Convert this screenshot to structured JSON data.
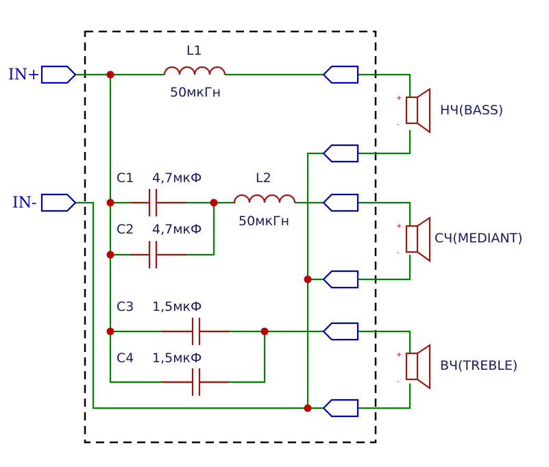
{
  "inputs": {
    "in_plus": "IN+",
    "in_minus": "IN-"
  },
  "components": {
    "l1": {
      "name": "L1",
      "value": "50мкГн"
    },
    "l2": {
      "name": "L2",
      "value": "50мкГн"
    },
    "c1": {
      "name": "C1",
      "value": "4,7мкФ"
    },
    "c2": {
      "name": "C2",
      "value": "4,7мкФ"
    },
    "c3": {
      "name": "C3",
      "value": "1,5мкФ"
    },
    "c4": {
      "name": "C4",
      "value": "1,5мкФ"
    }
  },
  "speakers": {
    "bass": {
      "label": "НЧ(BASS)",
      "plus": "+",
      "minus": "-"
    },
    "mediant": {
      "label": "СЧ(MEDIANT)",
      "plus": "+",
      "minus": "-"
    },
    "treble": {
      "label": "ВЧ(TREBLE)",
      "plus": "+",
      "minus": "-"
    }
  },
  "colors": {
    "wire": "#008000",
    "component": "#a01414",
    "port": "#0000c0",
    "junction": "#c00000"
  }
}
